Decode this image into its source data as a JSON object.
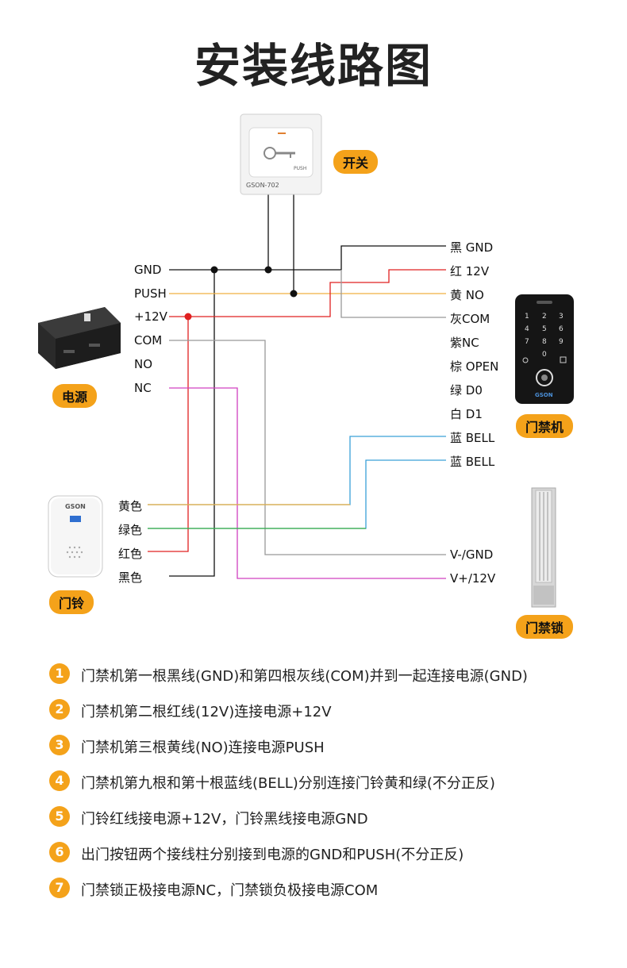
{
  "title": "安装线路图",
  "switch": {
    "badge": "开关",
    "model": "GSON-702",
    "push_text": "PUSH"
  },
  "power": {
    "badge": "电源",
    "terminals": [
      "GND",
      "PUSH",
      "+12V",
      "COM",
      "NO",
      "NC"
    ]
  },
  "reader": {
    "badge": "门禁机",
    "wires": [
      "黑 GND",
      "红 12V",
      "黄 NO",
      "灰COM",
      "紫NC",
      "棕 OPEN",
      "绿 D0",
      "白 D1",
      "蓝 BELL",
      "蓝 BELL"
    ],
    "keys": [
      "1",
      "2",
      "3",
      "4",
      "5",
      "6",
      "7",
      "8",
      "9",
      "0"
    ],
    "brand": "GSON"
  },
  "bell": {
    "badge": "门铃",
    "brand": "GSON",
    "wires": [
      "黄色",
      "绿色",
      "红色",
      "黑色"
    ]
  },
  "lock": {
    "badge": "门禁锁",
    "wires": [
      "V-/GND",
      "V+/12V"
    ]
  },
  "steps": [
    {
      "num": "1",
      "text": "门禁机第一根黑线(GND)和第四根灰线(COM)并到一起连接电源(GND)"
    },
    {
      "num": "2",
      "text": "门禁机第二根红线(12V)连接电源+12V"
    },
    {
      "num": "3",
      "text": "门禁机第三根黄线(NO)连接电源PUSH"
    },
    {
      "num": "4",
      "text": "门禁机第九根和第十根蓝线(BELL)分别连接门铃黄和绿(不分正反)"
    },
    {
      "num": "5",
      "text": "门铃红线接电源+12V，门铃黑线接电源GND"
    },
    {
      "num": "6",
      "text": "出门按钮两个接线柱分别接到电源的GND和PUSH(不分正反)"
    },
    {
      "num": "7",
      "text": "门禁锁正极接电源NC，门禁锁负极接电源COM"
    }
  ],
  "colors": {
    "accent": "#f4a21a",
    "black_wire": "#111111",
    "red_wire": "#e02020",
    "yellow_wire": "#f0b040",
    "gray_wire": "#999999",
    "blue_wire": "#3aa0d8",
    "green_wire": "#3cb043",
    "magenta_wire": "#d040c0"
  }
}
